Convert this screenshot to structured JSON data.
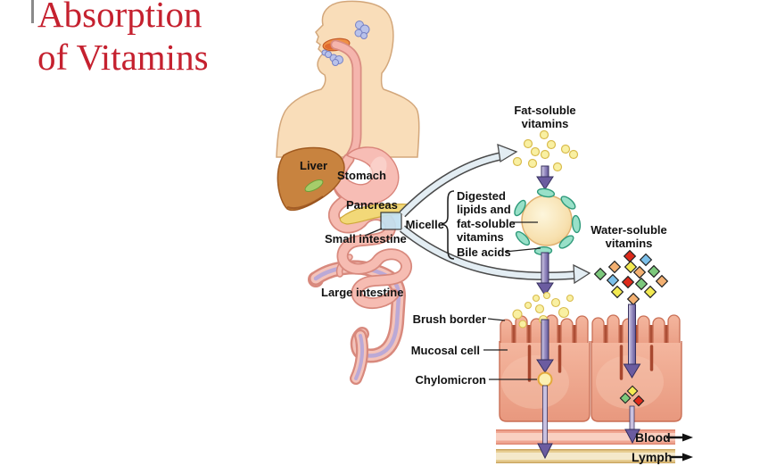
{
  "title": {
    "line1": "Absorption",
    "line2": "of Vitamins"
  },
  "anatomy": {
    "liver": "Liver",
    "stomach": "Stomach",
    "pancreas": "Pancreas",
    "small_intestine": "Small intestine",
    "large_intestine": "Large intestine"
  },
  "pathway": {
    "micelle": "Micelle",
    "fat_soluble": "Fat-soluble\nvitamins",
    "digested_lipids": "Digested\nlipids and\nfat-soluble\nvitamins",
    "bile_acids": "Bile acids",
    "water_soluble": "Water-soluble\nvitamins",
    "brush_border": "Brush border",
    "mucosal_cell": "Mucosal cell",
    "chylomicron": "Chylomicron",
    "blood": "Blood",
    "lymph": "Lymph"
  },
  "colors": {
    "title_red": "#c5212f",
    "label_black": "#121212",
    "skin": "#f9ddb9",
    "liver_brown": "#c8833f",
    "gallbladder_green": "#a6cd6b",
    "stomach_pink": "#f7bdb5",
    "pancreas_yellow": "#f2d878",
    "intestine_pink": "#f6bcb2",
    "colon_purple": "#b5a6d9",
    "highlight_box_blue": "#c2e0f0",
    "vitamin_yellow": "#f9f0a2",
    "bile_acid_teal": "#98e0c8",
    "micelle_cream": "#f9e7bd",
    "arrow_purple": "#6b5ca0",
    "curved_arrow_fill": "#e3edf3",
    "cell_salmon": "#efab92",
    "blood_band_pink": "#f0a692",
    "lymph_band_tan": "#e7cd92",
    "diamond_red": "#dd2a1b",
    "diamond_blue": "#7cc0ea",
    "diamond_orange": "#f3b071",
    "diamond_yellow": "#f3ea52",
    "diamond_green": "#7cc87c"
  }
}
